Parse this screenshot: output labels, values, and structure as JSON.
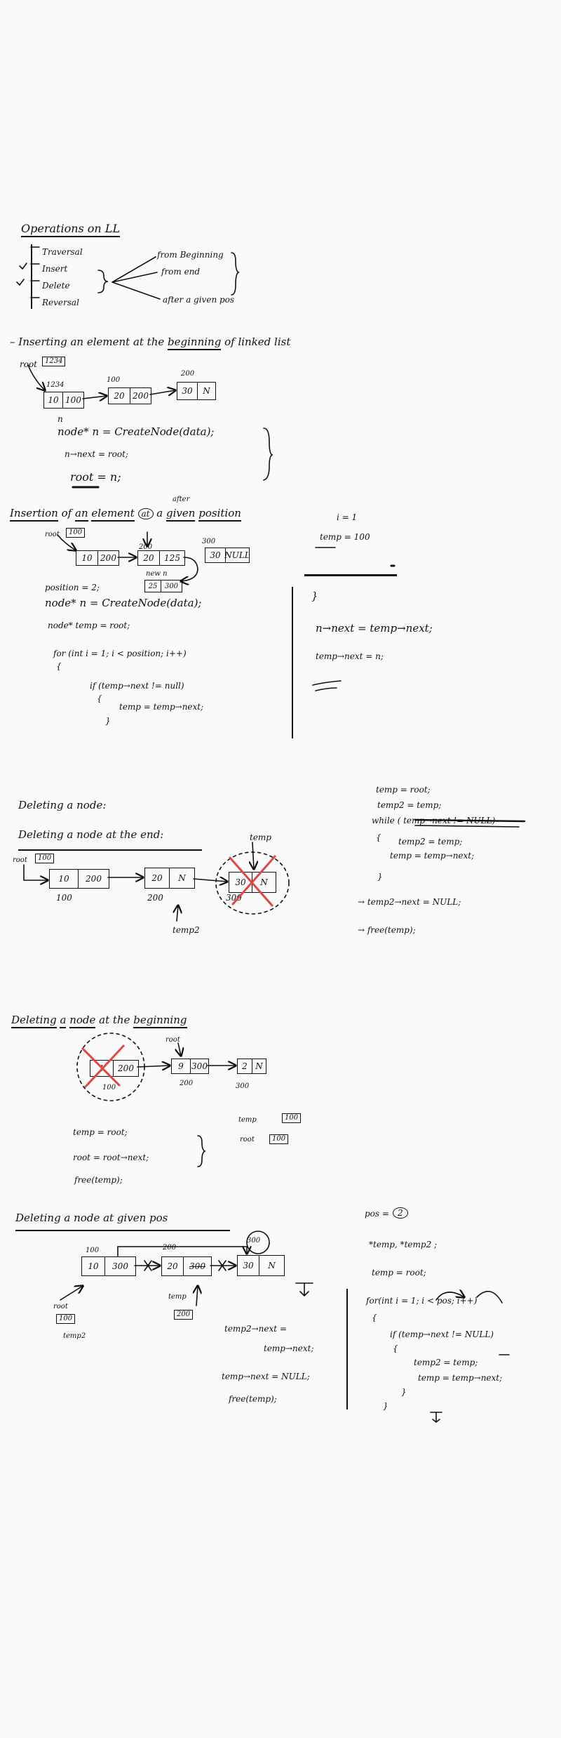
{
  "ops": {
    "title": "Operations on LL",
    "items": [
      "Traversal",
      "Insert",
      "Delete",
      "Reversal"
    ],
    "branches": [
      "from Beginning",
      "from end",
      "after a given pos"
    ]
  },
  "s1": {
    "title_prefix": "Inserting an element at the",
    "title_word": "beginning",
    "title_suffix": "of linked list",
    "root_label": "root",
    "root_value": "1234",
    "addr_1234": "1234",
    "addr_100": "100",
    "addr_200": "200",
    "n_label": "n",
    "nodes": [
      [
        "10",
        "100"
      ],
      [
        "20",
        "200"
      ],
      [
        "30",
        "N"
      ]
    ],
    "code": [
      "node* n = CreateNode(data);",
      "n→next = root;",
      "root = n;"
    ]
  },
  "s2": {
    "title_1": "Insertion",
    "title_2": "of",
    "title_3": "an",
    "title_4": "element",
    "title_after": "after",
    "title_at": "at",
    "title_5": "a",
    "title_6": "given",
    "title_7": "position",
    "i_val": "i = 1",
    "temp_val": "temp = 100",
    "root_label": "root",
    "root_value": "100",
    "addr_200": "200",
    "addr_300": "300",
    "nodes": [
      [
        "10",
        "200"
      ],
      [
        "20",
        "125"
      ],
      [
        "30",
        "NULL"
      ]
    ],
    "new_label": "new n",
    "new_node": [
      "25",
      "300"
    ],
    "code": [
      "position = 2;",
      "node* n = CreateNode(data);",
      "node* temp = root;",
      "for (int i = 1; i < position; i++)",
      "{",
      "if (temp→next != null)",
      "{",
      "temp = temp→next;",
      "}"
    ],
    "right_code": [
      "}",
      "n→next = temp→next;",
      "temp→next = n;"
    ]
  },
  "s3": {
    "title": "Deleting a node:",
    "subtitle": "Deleting a node at the end:",
    "temp_label": "temp",
    "temp2_label": "temp2",
    "root_label": "root",
    "root_value": "100",
    "nodes": [
      [
        "10",
        "200"
      ],
      [
        "20",
        "N"
      ],
      [
        "30",
        "N"
      ]
    ],
    "addr": [
      "100",
      "200",
      "300"
    ],
    "code": [
      "temp = root;",
      "temp2 = temp;",
      "while ( temp→next != NULL)",
      "{",
      "temp2 = temp;",
      "temp = temp→next;",
      "}",
      "→ temp2→next = NULL;",
      "→ free(temp);"
    ]
  },
  "s4": {
    "title_1": "Deleting",
    "title_2": "a",
    "title_3": "node",
    "title_4": "at the",
    "title_5": "beginning",
    "root_label": "root",
    "nodes": [
      [
        "1",
        "200"
      ],
      [
        "9",
        "300"
      ],
      [
        "2",
        "N"
      ]
    ],
    "addr": [
      "100",
      "200",
      "300"
    ],
    "code": [
      "temp = root;",
      "root = root→next;",
      "free(temp);"
    ],
    "temp_label": "temp",
    "temp_value": "100",
    "root_label2": "root",
    "root_value": "100"
  },
  "s5": {
    "title": "Deleting a node at given pos",
    "addr": [
      "100",
      "200",
      "300"
    ],
    "nodes": [
      [
        "10",
        "300"
      ],
      [
        "20",
        "300"
      ],
      [
        "30",
        "N"
      ]
    ],
    "root_label": "root",
    "root_value": "100",
    "temp2_label": "temp2",
    "temp_label": "temp",
    "temp_value": "200",
    "pos_label": "pos =",
    "pos_value": "2",
    "code_mid": [
      "temp2→next =",
      "temp→next;",
      "temp→next = NULL;",
      "free(temp);"
    ],
    "code_right": [
      "*temp, *temp2 ;",
      "temp = root;",
      "for(int i = 1; i < pos; i++)",
      "{",
      "if (temp→next != NULL)",
      "{",
      "temp2 = temp;",
      "temp = temp→next;",
      "}",
      "}"
    ]
  }
}
